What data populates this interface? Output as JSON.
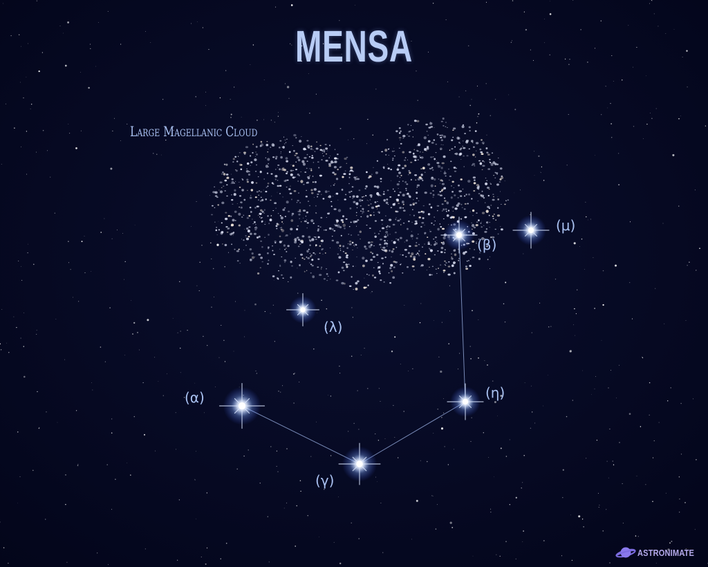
{
  "title": "MENSA",
  "deep_sky_label": "Large Magellanic Cloud",
  "stars": [
    {
      "id": "alpha",
      "label": "(α)"
    },
    {
      "id": "beta",
      "label": "(β)"
    },
    {
      "id": "gamma",
      "label": "(γ)"
    },
    {
      "id": "eta",
      "label": "(η)"
    },
    {
      "id": "lambda",
      "label": "(λ)"
    },
    {
      "id": "mu",
      "label": "(μ)"
    }
  ],
  "brand": {
    "name": "ASTRONIMATE",
    "icon": "planet-icon"
  },
  "colors": {
    "background": "#050820",
    "label": "#aac2f2",
    "title": "#b8ccf5",
    "brand": "#b3a8e8"
  }
}
